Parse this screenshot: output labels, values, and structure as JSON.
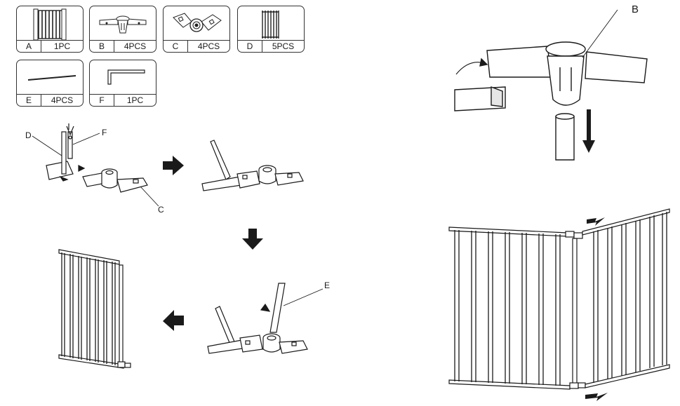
{
  "parts": [
    {
      "letter": "A",
      "qty": "1PC",
      "icon": "gate-panel-icon"
    },
    {
      "letter": "B",
      "qty": "4PCS",
      "icon": "wall-connector-icon"
    },
    {
      "letter": "C",
      "qty": "4PCS",
      "icon": "hinge-joint-icon"
    },
    {
      "letter": "D",
      "qty": "5PCS",
      "icon": "fence-panel-icon"
    },
    {
      "letter": "E",
      "qty": "4PCS",
      "icon": "connecting-rod-icon"
    },
    {
      "letter": "F",
      "qty": "1PC",
      "icon": "allen-key-icon"
    }
  ],
  "callouts": {
    "d": "D",
    "f": "F",
    "c": "C",
    "e": "E",
    "b": "B"
  },
  "colors": {
    "ink": "#1a1a1a",
    "fill": "#ffffff",
    "shade": "#e6e6e6"
  }
}
